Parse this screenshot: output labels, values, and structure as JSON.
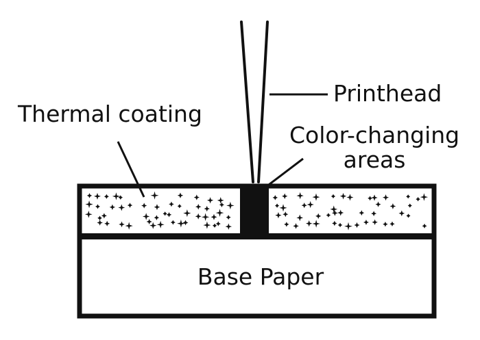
{
  "diagram": {
    "labels": {
      "printhead": "Printhead",
      "thermal_coating": "Thermal coating",
      "color_changing_line1": "Color-changing",
      "color_changing_line2": "areas",
      "base_paper": "Base Paper"
    },
    "colors": {
      "ink": "#111111",
      "background": "#ffffff"
    }
  }
}
